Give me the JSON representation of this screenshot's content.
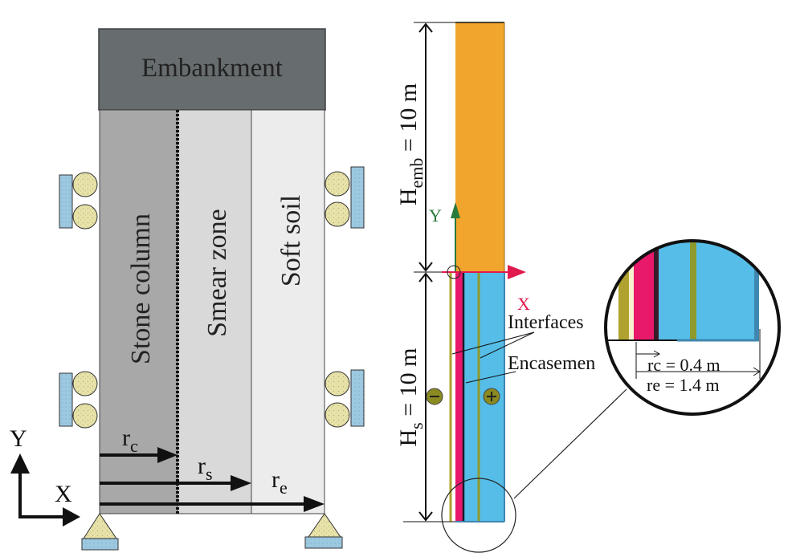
{
  "left_panel": {
    "embankment_label": "Embankment",
    "zones": [
      {
        "label": "Stone column",
        "color": "#a8a8a8"
      },
      {
        "label": "Smear zone",
        "color": "#d9d9d9"
      },
      {
        "label": "Soft soil",
        "color": "#ececec"
      }
    ],
    "embankment_color": "#676c6e",
    "radii": [
      {
        "symbol": "r",
        "subscript": "c"
      },
      {
        "symbol": "r",
        "subscript": "s"
      },
      {
        "symbol": "r",
        "subscript": "e"
      }
    ],
    "axes": {
      "y": "Y",
      "x": "X"
    }
  },
  "right_panel": {
    "embankment_height": {
      "symbol": "H",
      "subscript": "emb",
      "value_text": " = 10 m"
    },
    "soil_height": {
      "symbol": "H",
      "subscript": "s",
      "value_text": " = 10 m"
    },
    "axes": {
      "y": "Y",
      "x": "X"
    },
    "labels": {
      "interfaces": "Interfaces",
      "encasement": "Encasemen",
      "minus": "−",
      "plus": "+"
    },
    "zoom_inset": {
      "rc": "rc = 0.4 m",
      "re": "re = 1.4 m"
    },
    "colors": {
      "embankment": "#f2a52c",
      "column": "#e8196a",
      "soil": "#55bde8",
      "interface": "#8e9a2b",
      "y_axis": "#2a7a3a",
      "x_axis": "#e01a4f"
    }
  }
}
